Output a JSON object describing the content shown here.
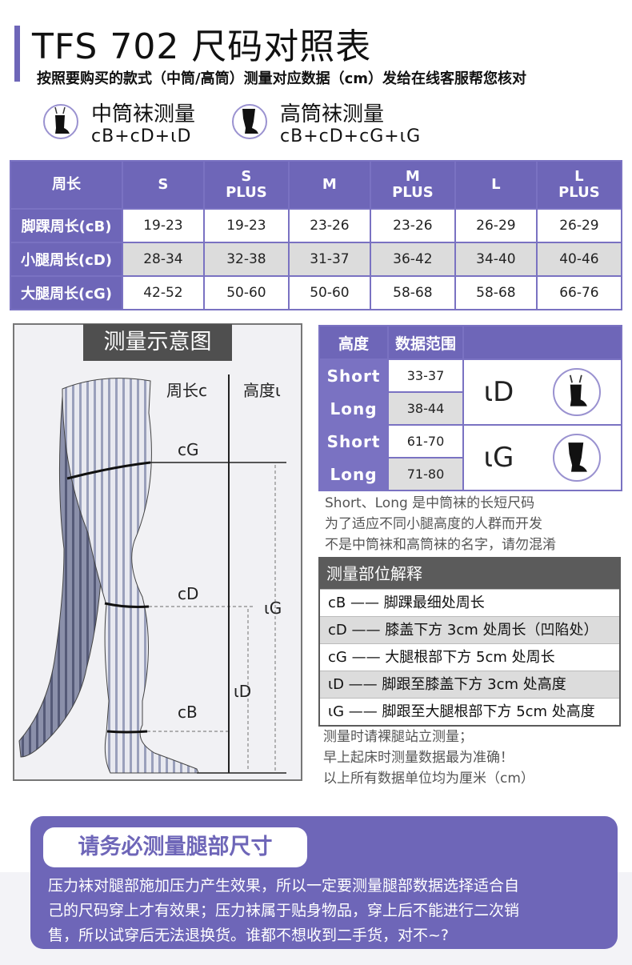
{
  "header": {
    "title": "TFS 702 尺码对照表",
    "subtitle": "按照要购买的款式（中筒/高筒）测量对应数据（cm）发给在线客服帮您核对"
  },
  "legend": [
    {
      "title": "中筒袜测量",
      "formula": "cB+cD+ιD",
      "icon": "knee-high-sock-icon"
    },
    {
      "title": "高筒袜测量",
      "formula": "cB+cD+cG+ιG",
      "icon": "thigh-high-sock-icon"
    }
  ],
  "size_table": {
    "corner": "周长",
    "sizes": [
      {
        "line1": "S",
        "line2": ""
      },
      {
        "line1": "S",
        "line2": "PLUS"
      },
      {
        "line1": "M",
        "line2": ""
      },
      {
        "line1": "M",
        "line2": "PLUS"
      },
      {
        "line1": "L",
        "line2": ""
      },
      {
        "line1": "L",
        "line2": "PLUS"
      }
    ],
    "rows": [
      {
        "label": "脚踝周长(cB)",
        "values": [
          "19-23",
          "19-23",
          "23-26",
          "23-26",
          "26-29",
          "26-29"
        ]
      },
      {
        "label": "小腿周长(cD)",
        "values": [
          "28-34",
          "32-38",
          "31-37",
          "36-42",
          "34-40",
          "40-46"
        ]
      },
      {
        "label": "大腿周长(cG)",
        "values": [
          "42-52",
          "50-60",
          "50-60",
          "58-68",
          "58-68",
          "66-76"
        ]
      }
    ]
  },
  "diagram": {
    "label": "测量示意图",
    "col_circ": "周长c",
    "col_height": "高度ι",
    "cG": "cG",
    "cD": "cD",
    "cB": "cB",
    "lG": "ιG",
    "lD": "ιD"
  },
  "height_table": {
    "col1": "高度",
    "col2": "数据范围",
    "groups": [
      {
        "symbol": "ιD",
        "icon": "knee-high-sock-icon",
        "rows": [
          {
            "label": "Short",
            "value": "33-37"
          },
          {
            "label": "Long",
            "value": "38-44"
          }
        ]
      },
      {
        "symbol": "ιG",
        "icon": "thigh-high-sock-icon",
        "rows": [
          {
            "label": "Short",
            "value": "61-70"
          },
          {
            "label": "Long",
            "value": "71-80"
          }
        ]
      }
    ]
  },
  "note": [
    "Short、Long 是中筒袜的长短尺码",
    "为了适应不同小腿高度的人群而开发",
    "不是中筒袜和高筒袜的名字，请勿混淆"
  ],
  "explain": {
    "title": "测量部位解释",
    "rows": [
      "cB —— 脚踝最细处周长",
      "cD —— 膝盖下方 3cm 处周长（凹陷处）",
      "cG —— 大腿根部下方 5cm 处周长",
      "ιD —— 脚跟至膝盖下方 3cm 处高度",
      "ιG —— 脚跟至大腿根部下方 5cm 处高度"
    ]
  },
  "tips": [
    "测量时请裸腿站立测量；",
    "早上起床时测量数据最为准确！",
    "以上所有数据单位均为厘米（cm）"
  ],
  "card": {
    "title": "请务必测量腿部尺寸",
    "lines": [
      "压力袜对腿部施加压力产生效果，所以一定要测量腿部数据选择适合自",
      "己的尺码穿上才有效果；压力袜属于贴身物品，穿上后不能进行二次销",
      "售，所以试穿后无法退换货。谁都不想收到二手货，对不~?"
    ]
  },
  "colors": {
    "accent": "#6e66b8",
    "dark": "#4f4f4f",
    "shade": "#dcdcdc"
  }
}
